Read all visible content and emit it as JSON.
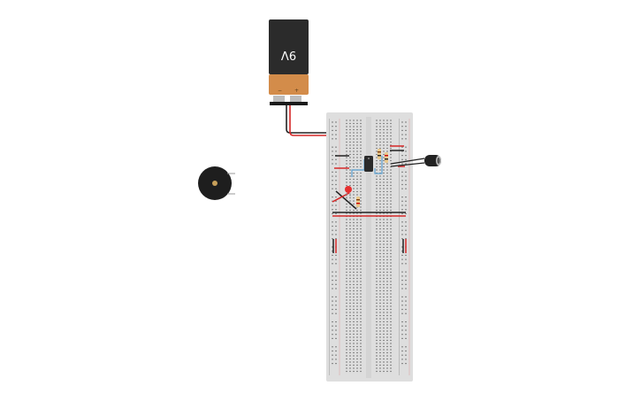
{
  "canvas": {
    "background": "#ffffff"
  },
  "battery": {
    "label": "9V",
    "terminal_negative": "−",
    "terminal_positive": "+",
    "top_color": "#2b2b2b",
    "bottom_color": "#d38c4a"
  },
  "breadboard": {
    "color": "#dedede",
    "hole_color": "#555555",
    "rail_positive_color": "#d62828",
    "rail_negative_color": "#222222"
  },
  "components": {
    "buzzer": {
      "name": "piezo-buzzer",
      "color": "#1e1e1e",
      "center_color": "#c8a05a"
    },
    "ic": {
      "name": "555-timer",
      "color": "#2b2b2b"
    },
    "led": {
      "name": "red-led",
      "color": "#e63030"
    },
    "capacitor": {
      "name": "electrolytic-capacitor",
      "color": "#222222"
    },
    "resistors": [
      "resistor-1",
      "resistor-2",
      "resistor-3"
    ]
  },
  "wires": {
    "red": "#d62828",
    "black": "#222222",
    "blue": "#5aa0d0"
  }
}
